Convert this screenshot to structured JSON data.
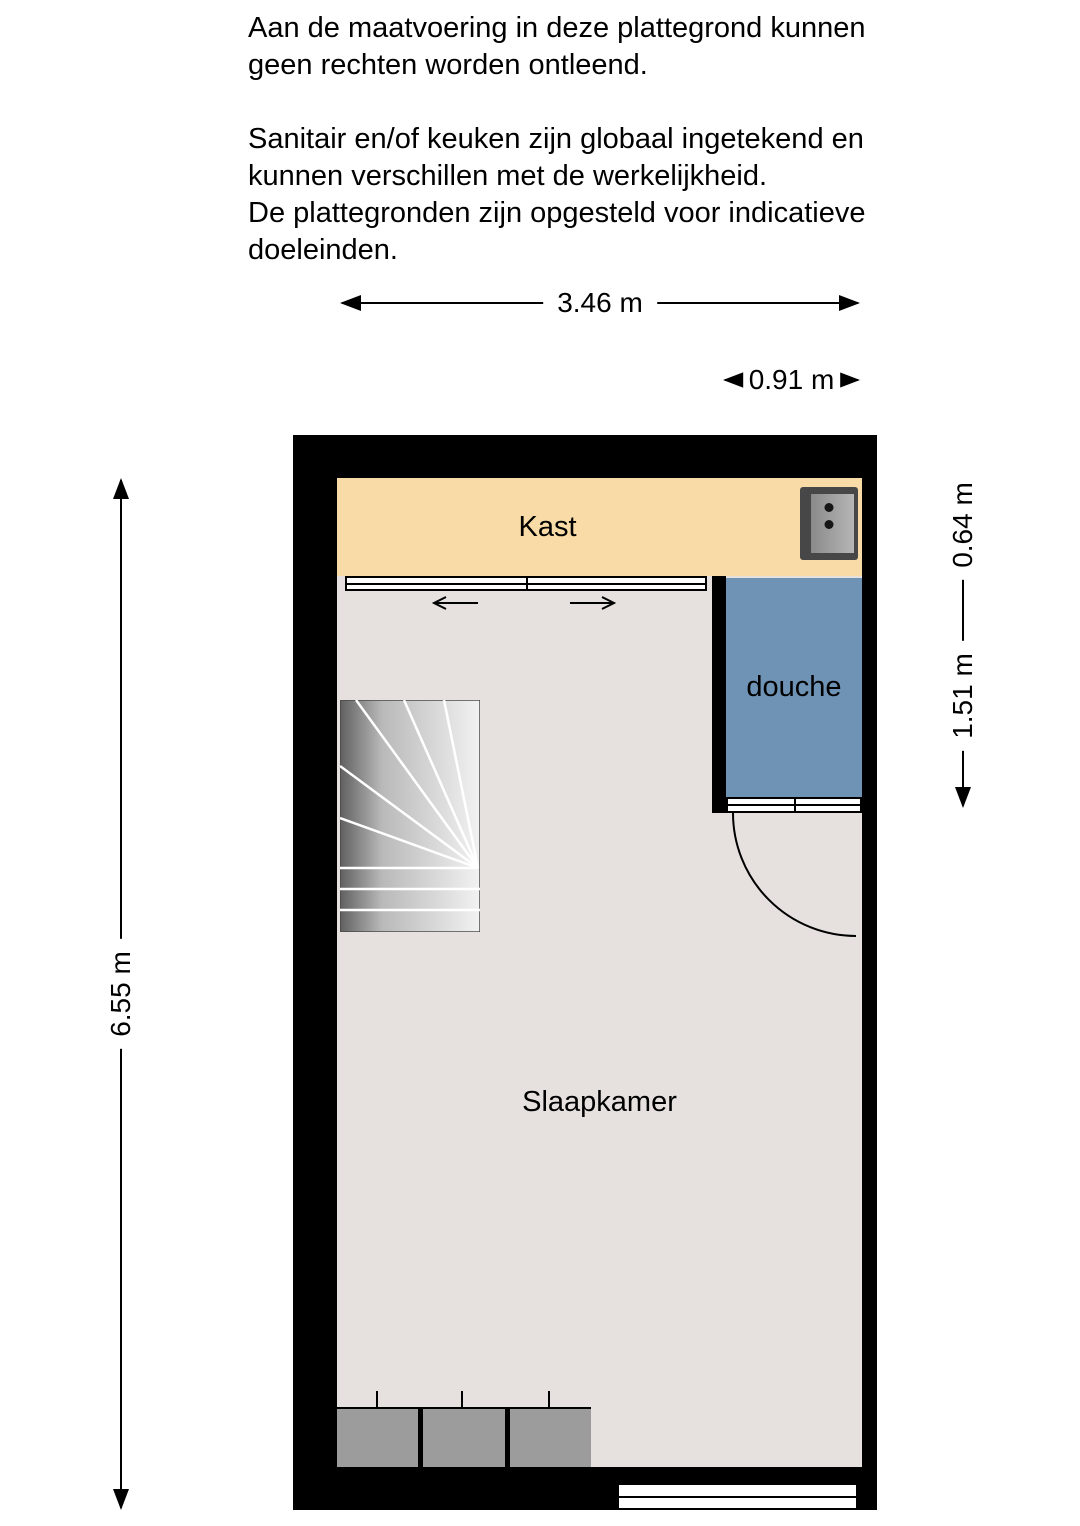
{
  "disclaimer": {
    "p1": "Aan de maatvoering in deze  plattegrond kunnen geen rechten worden ontleend.",
    "p2": "Sanitair en/of keuken zijn globaal ingetekend en kunnen verschillen met de werkelijkheid.",
    "p3": "De plattegronden zijn opgesteld voor indicatieve doeleinden."
  },
  "dimensions": {
    "width_total": "3.46 m",
    "width_shower": "0.91 m",
    "height_total": "6.55 m",
    "height_closet": "0.64 m",
    "height_shower": "1.51 m"
  },
  "rooms": {
    "closet": "Kast",
    "shower": "douche",
    "bedroom": "Slaapkamer"
  },
  "colors": {
    "wall": "#000000",
    "floor": "#e6e1de",
    "closet_strip": "#f8dba6",
    "shower": "#6f93b5",
    "stairs_light": "#f2f2f2",
    "stairs_dark": "#606060",
    "closet_box": "#9c9c9c"
  }
}
